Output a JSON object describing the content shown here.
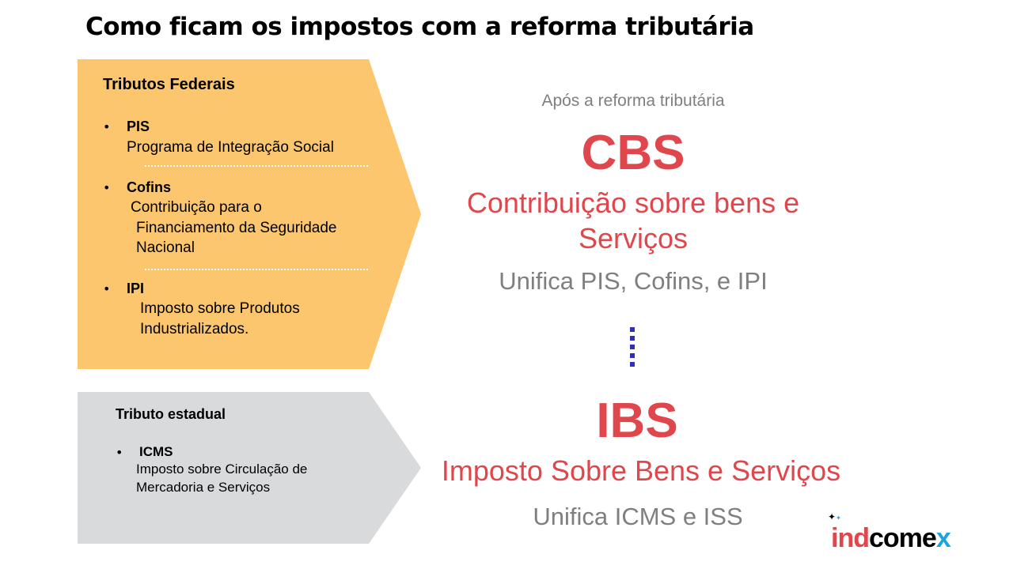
{
  "title": "Como ficam os impostos com a reforma tributária",
  "federal": {
    "heading": "Tributos Federais",
    "items": [
      {
        "name": "PIS",
        "desc": [
          "Programa de Integração Social"
        ]
      },
      {
        "name": "Cofins",
        "desc": [
          "Contribuição para o",
          "Financiamento da Seguridade",
          "Nacional"
        ]
      },
      {
        "name": "IPI",
        "desc": [
          "Imposto sobre Produtos",
          "Industrializados."
        ]
      }
    ]
  },
  "estadual": {
    "heading": "Tributo estadual",
    "items": [
      {
        "name": "ICMS",
        "desc": [
          "Imposto sobre Circulação de",
          "Mercadoria e Serviços"
        ]
      }
    ]
  },
  "cbs": {
    "caption": "Após a reforma tributária",
    "acronym": "CBS",
    "full_line1": "Contribuição sobre bens e",
    "full_line2": "Serviços",
    "note": "Unifica PIS, Cofins, e IPI"
  },
  "ibs": {
    "acronym": "IBS",
    "full": "Imposto Sobre Bens e Serviços",
    "note": "Unifica ICMS e ISS"
  },
  "logo": {
    "part1": "ind",
    "part2": "come",
    "part3": "x"
  },
  "colors": {
    "yellow": "#FBC66D",
    "gray": "#D9DADC",
    "red": "#E0474C",
    "muted": "#7F7F7F",
    "blue": "#2E2EB8"
  }
}
